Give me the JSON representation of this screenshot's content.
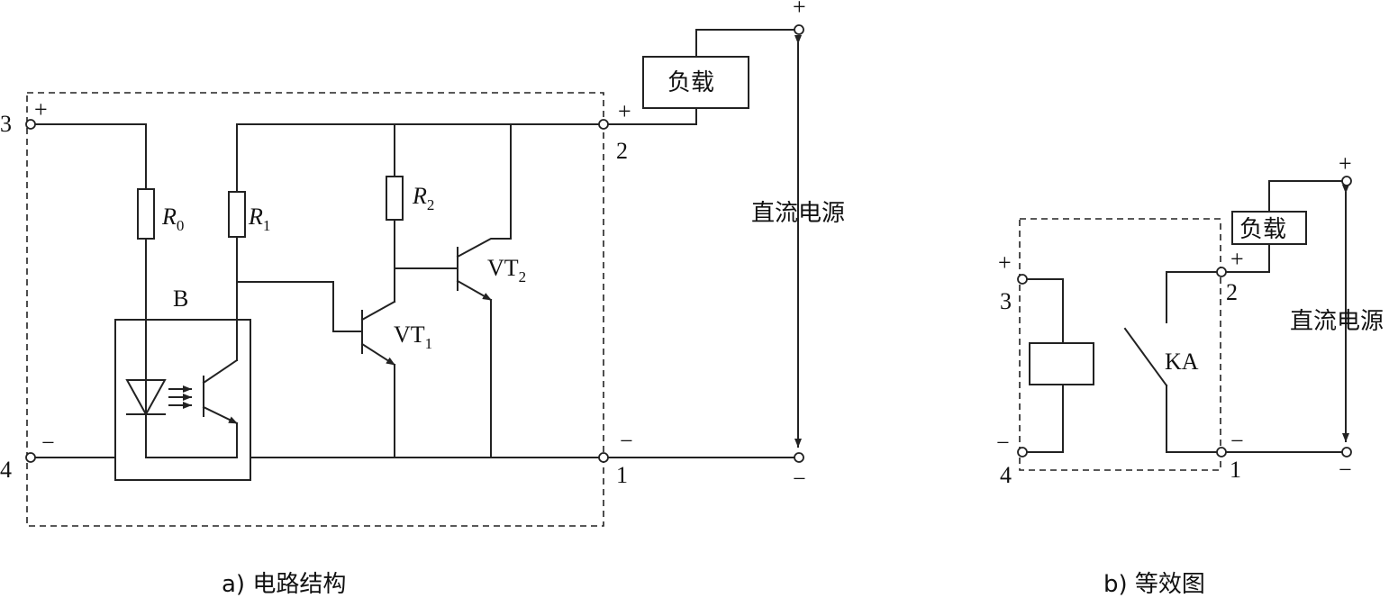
{
  "panel_a": {
    "caption": "a) 电路结构",
    "module_label": "B",
    "components": {
      "r0": {
        "main": "R",
        "sub": "0"
      },
      "r1": {
        "main": "R",
        "sub": "1"
      },
      "r2": {
        "main": "R",
        "sub": "2"
      },
      "vt1": {
        "main": "VT",
        "sub": "1"
      },
      "vt2": {
        "main": "VT",
        "sub": "2"
      }
    },
    "load_label": "负载",
    "supply_label": "直流电源",
    "terminals": {
      "t3": "3",
      "t4": "4",
      "t2": "2",
      "t1": "1",
      "t3_pol": "+",
      "t4_pol": "−",
      "t2_pol": "+",
      "t1_pol": "−",
      "supply_pos": "+",
      "supply_neg": "−"
    }
  },
  "panel_b": {
    "caption": "b) 等效图",
    "contact_label": "KA",
    "load_label": "负载",
    "supply_label": "直流电源",
    "terminals": {
      "t3": "3",
      "t4": "4",
      "t2": "2",
      "t1": "1",
      "t3_pol": "+",
      "t4_pol": "−",
      "t2_pol": "+",
      "t1_pol": "−",
      "supply_pos": "+",
      "supply_neg": "−"
    }
  }
}
